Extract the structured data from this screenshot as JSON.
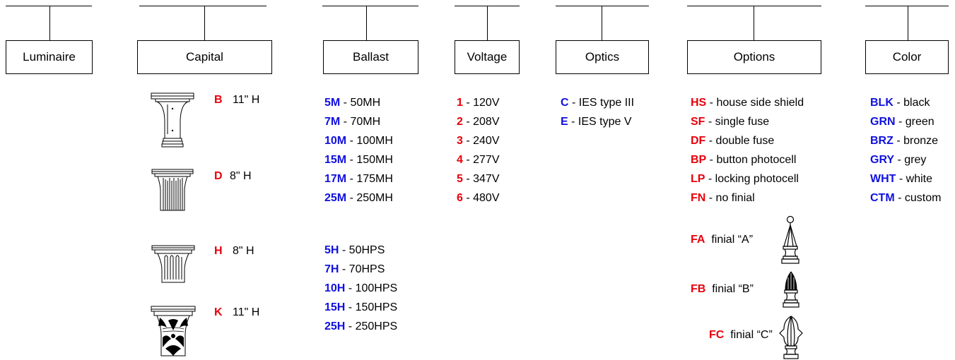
{
  "headers": [
    {
      "key": "luminaire",
      "label": "Luminaire"
    },
    {
      "key": "capital",
      "label": "Capital"
    },
    {
      "key": "ballast",
      "label": "Ballast"
    },
    {
      "key": "voltage",
      "label": "Voltage"
    },
    {
      "key": "optics",
      "label": "Optics"
    },
    {
      "key": "options",
      "label": "Options"
    },
    {
      "key": "color",
      "label": "Color"
    }
  ],
  "capital": [
    {
      "code": "B",
      "height": "11\" H"
    },
    {
      "code": "D",
      "height": "8\" H"
    },
    {
      "code": "H",
      "height": "8\" H"
    },
    {
      "code": "K",
      "height": "11\" H"
    }
  ],
  "ballast_mh": [
    {
      "code": "5M",
      "desc": "50MH"
    },
    {
      "code": "7M",
      "desc": "70MH"
    },
    {
      "code": "10M",
      "desc": "100MH"
    },
    {
      "code": "15M",
      "desc": "150MH"
    },
    {
      "code": "17M",
      "desc": "175MH"
    },
    {
      "code": "25M",
      "desc": "250MH"
    }
  ],
  "ballast_hps": [
    {
      "code": "5H",
      "desc": "50HPS"
    },
    {
      "code": "7H",
      "desc": "70HPS"
    },
    {
      "code": "10H",
      "desc": "100HPS"
    },
    {
      "code": "15H",
      "desc": "150HPS"
    },
    {
      "code": "25H",
      "desc": "250HPS"
    }
  ],
  "voltage": [
    {
      "code": "1",
      "desc": "120V"
    },
    {
      "code": "2",
      "desc": "208V"
    },
    {
      "code": "3",
      "desc": "240V"
    },
    {
      "code": "4",
      "desc": "277V"
    },
    {
      "code": "5",
      "desc": "347V"
    },
    {
      "code": "6",
      "desc": "480V"
    }
  ],
  "optics": [
    {
      "code": "C",
      "desc": "IES type III"
    },
    {
      "code": "E",
      "desc": "IES type V"
    }
  ],
  "options": [
    {
      "code": "HS",
      "desc": "house side shield"
    },
    {
      "code": "SF",
      "desc": "single fuse"
    },
    {
      "code": "DF",
      "desc": "double fuse"
    },
    {
      "code": "BP",
      "desc": "button photocell"
    },
    {
      "code": "LP",
      "desc": "locking photocell"
    },
    {
      "code": "FN",
      "desc": "no finial"
    }
  ],
  "finials": [
    {
      "code": "FA",
      "desc": "finial “A”"
    },
    {
      "code": "FB",
      "desc": "finial “B”"
    },
    {
      "code": "FC",
      "desc": "finial “C”"
    }
  ],
  "color": [
    {
      "code": "BLK",
      "desc": "black"
    },
    {
      "code": "GRN",
      "desc": "green"
    },
    {
      "code": "BRZ",
      "desc": "bronze"
    },
    {
      "code": "GRY",
      "desc": "grey"
    },
    {
      "code": "WHT",
      "desc": "white"
    },
    {
      "code": "CTM",
      "desc": "custom"
    }
  ],
  "separator": " - ",
  "colors": {
    "code_red": "#e8000b",
    "code_blue": "#1010e0",
    "line": "#000000"
  }
}
